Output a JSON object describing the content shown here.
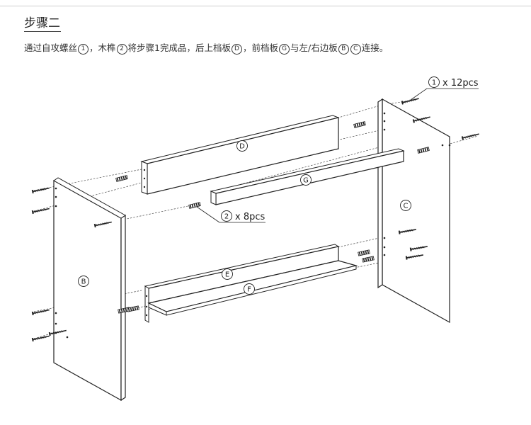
{
  "header": {
    "title": "步骤二"
  },
  "instruction": {
    "t1": "通过自攻螺丝",
    "c1": "1",
    "t2": "，木榫",
    "c2": "2",
    "t3": "将步骤1完成品，后上档板",
    "c3": "D",
    "t4": "，前档板",
    "c4": "G",
    "t5": "与左/右边板",
    "c5": "B",
    "c6": "C",
    "t6": "连接。"
  },
  "parts": {
    "b": "B",
    "c": "C",
    "d": "D",
    "e": "E",
    "f": "F",
    "g": "G"
  },
  "callouts": {
    "screws_num": "1",
    "screws_qty": "x 12pcs",
    "dowels_num": "2",
    "dowels_qty": "x 8pcs"
  }
}
